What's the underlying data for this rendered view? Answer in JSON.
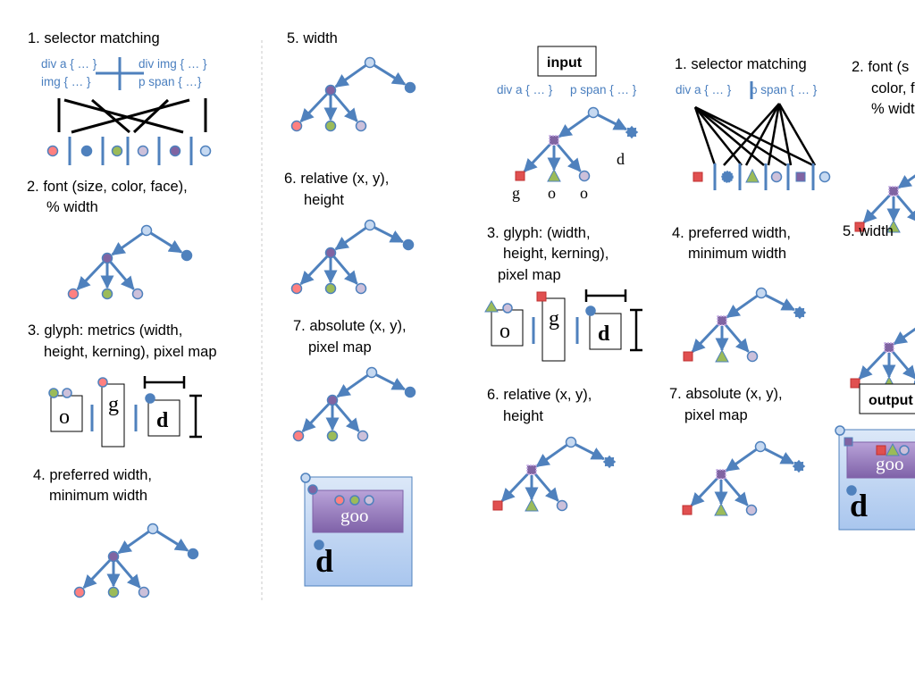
{
  "colors": {
    "edge": "#4f81bd",
    "node_light": "#c6d9f1",
    "node_purple": "#8064a2",
    "node_red": "#ff8080",
    "node_green": "#9bbb59",
    "node_lilac": "#ccc0da",
    "node_blue": "#4f81bd",
    "css_text": "#4a7fbf",
    "box_purple": "#9b7fc4",
    "box_blue": "#c6d9f1"
  },
  "col1": {
    "step1": "1. selector  matching",
    "rules": [
      "div a { … }",
      "div img { … }",
      "img { … }",
      "p span { …}"
    ],
    "step2_l1": "2. font (size, color, face),",
    "step2_l2": "% width",
    "step3_l1": "3. glyph: metrics (width,",
    "step3_l2": "height, kerning), pixel map",
    "glyph_o": "o",
    "glyph_g": "g",
    "glyph_d": "d",
    "step4_l1": "4. preferred width,",
    "step4_l2": "minimum width"
  },
  "col2": {
    "step5": "5. width",
    "step6_l1": "6. relative (x, y),",
    "step6_l2": "height",
    "step7_l1": "7. absolute (x, y),",
    "step7_l2": "pixel map",
    "render_text": "goo",
    "render_d": "d"
  },
  "right": {
    "input_label": "input",
    "output_label": "output",
    "rules": [
      "div a { … }",
      "p span { … }"
    ],
    "leaf_g": "g",
    "leaf_o1": "o",
    "leaf_o2": "o",
    "leaf_d": "d",
    "step1": "1. selector matching",
    "rules_b": [
      "div a { … }",
      "p span { … }"
    ],
    "step2_l1": "2. font (s",
    "step2_l2": "color, f",
    "step2_l3": "% widt",
    "step3_l1": "3. glyph: (width,",
    "step3_l2": "height, kerning),",
    "step3_l3": "pixel map",
    "glyph_o": "o",
    "glyph_g": "g",
    "glyph_d": "d",
    "step4_l1": "4. preferred width,",
    "step4_l2": "minimum width",
    "step5": "5. width",
    "step6_l1": "6. relative (x, y),",
    "step6_l2": "height",
    "step7_l1": "7. absolute (x, y),",
    "step7_l2": "pixel map",
    "render_text": "goo",
    "render_d": "d"
  }
}
